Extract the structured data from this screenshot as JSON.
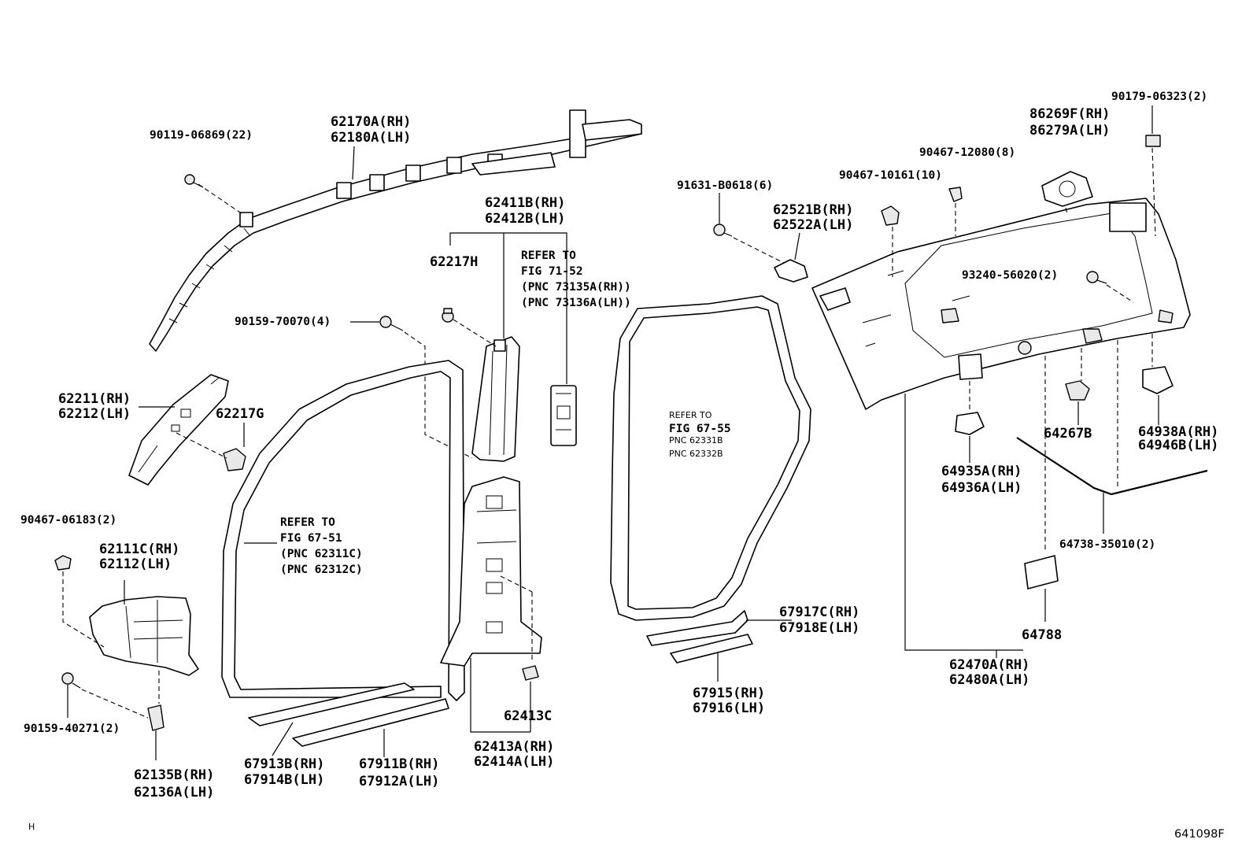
{
  "labels": {
    "l1": "90119-06869(22)",
    "l2a": "62170A(RH)",
    "l2b": "62180A(LH)",
    "l3a": "62411B(RH)",
    "l3b": "62412B(LH)",
    "l4": "62217H",
    "l5a": "REFER TO",
    "l5b": "FIG 71-52",
    "l5c": "(PNC 73135A(RH))",
    "l5d": "(PNC 73136A(LH))",
    "l6": "90159-70070(4)",
    "l7a": "62211(RH)",
    "l7b": "62212(LH)",
    "l8": "62217G",
    "l9a": "REFER TO",
    "l9b": "FIG 67-51",
    "l9c": "(PNC 62311C)",
    "l9d": "(PNC 62312C)",
    "l10": "90467-06183(2)",
    "l11a": "62111C(RH)",
    "l11b": "62112(LH)",
    "l12": "90159-40271(2)",
    "l13a": "62135B(RH)",
    "l13b": "62136A(LH)",
    "l14a": "67913B(RH)",
    "l14b": "67914B(LH)",
    "l15a": "67911B(RH)",
    "l15b": "67912A(LH)",
    "l16": "62413C",
    "l17a": "62413A(RH)",
    "l17b": "62414A(LH)",
    "l18a": "REFER TO",
    "l18b": "FIG 67-55",
    "l18c": "PNC 62331B",
    "l18d": "PNC 62332B",
    "l19": "91631-B0618(6)",
    "l20a": "62521B(RH)",
    "l20b": "62522A(LH)",
    "l21": "90467-10161(10)",
    "l22": "90467-12080(8)",
    "l23a": "86269F(RH)",
    "l23b": "86279A(LH)",
    "l24": "90179-06323(2)",
    "l25": "93240-56020(2)",
    "l26": "64267B",
    "l27a": "64938A(RH)",
    "l27b": "64946B(LH)",
    "l28a": "64935A(RH)",
    "l28b": "64936A(LH)",
    "l29": "64738-35010(2)",
    "l30": "64788",
    "l31a": "62470A(RH)",
    "l31b": "62480A(LH)",
    "l32a": "67917C(RH)",
    "l32b": "67918E(LH)",
    "l33a": "67915(RH)",
    "l33b": "67916(LH)",
    "corner_mark": "H",
    "figure_id": "641098F"
  }
}
